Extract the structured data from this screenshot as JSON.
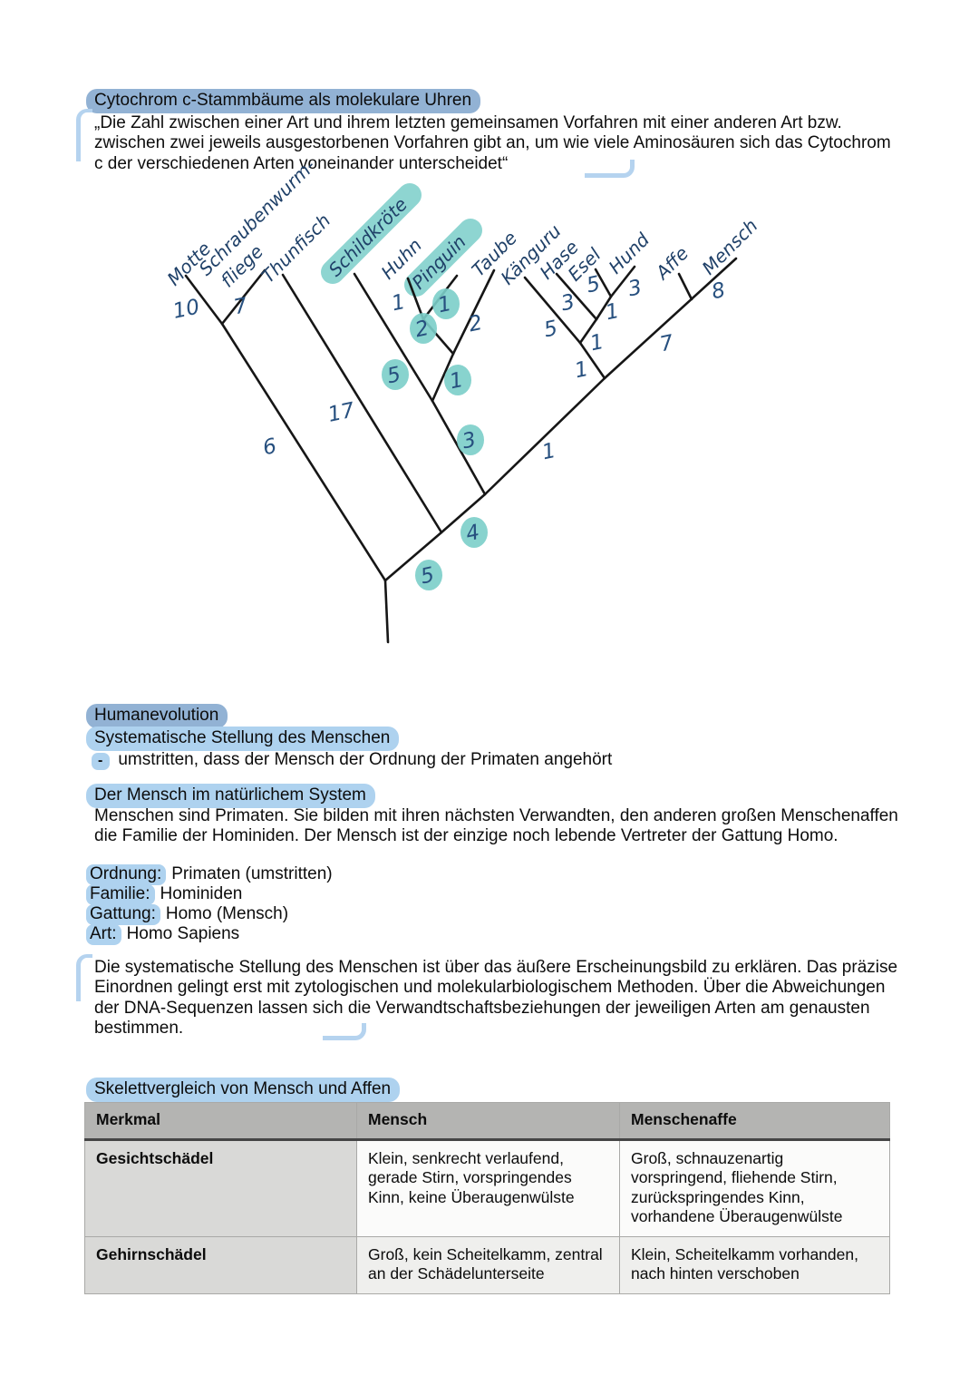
{
  "colors": {
    "heading_highlight": "#92b2d4",
    "subheading_highlight": "#aed2ef",
    "tree_highlight": "#7bcec9",
    "ink_blue": "#27507f",
    "margin_mark": "#b5d3ef"
  },
  "cytochrom": {
    "title": "Cytochrom c-Stammbäume als molekulare Uhren",
    "quote": "„Die Zahl zwischen einer Art und ihrem letzten gemeinsamen Vorfahren mit einer anderen Art bzw. zwischen zwei jeweils ausgestorbenen Vorfahren gibt an, um wie viele Aminosäuren sich das Cytochrom c der verschiedenen Arten voneinander unterscheidet“"
  },
  "tree": {
    "leaves": [
      {
        "name": "Motte",
        "highlighted": false
      },
      {
        "name": "Schraubenwurm-",
        "name2": "fliege",
        "highlighted": false
      },
      {
        "name": "Thunfisch",
        "highlighted": false
      },
      {
        "name": "Schildkröte",
        "highlighted": true
      },
      {
        "name": "Huhn",
        "highlighted": false
      },
      {
        "name": "Pinguin",
        "highlighted": true
      },
      {
        "name": "Taube",
        "highlighted": false
      },
      {
        "name": "Känguru",
        "highlighted": false
      },
      {
        "name": "Hase",
        "highlighted": false
      },
      {
        "name": "Esel",
        "highlighted": false
      },
      {
        "name": "Hund",
        "highlighted": false
      },
      {
        "name": "Affe",
        "highlighted": false
      },
      {
        "name": "Mensch",
        "highlighted": false
      }
    ],
    "values": [
      {
        "v": "10",
        "hl": false
      },
      {
        "v": "7",
        "hl": false
      },
      {
        "v": "6",
        "hl": false
      },
      {
        "v": "17",
        "hl": false
      },
      {
        "v": "5",
        "hl": true
      },
      {
        "v": "2",
        "hl": true
      },
      {
        "v": "1",
        "hl": false
      },
      {
        "v": "1",
        "hl": true
      },
      {
        "v": "2",
        "hl": false
      },
      {
        "v": "1",
        "hl": true
      },
      {
        "v": "3",
        "hl": true
      },
      {
        "v": "4",
        "hl": true
      },
      {
        "v": "5",
        "hl": true
      },
      {
        "v": "1",
        "hl": false
      },
      {
        "v": "5",
        "hl": false
      },
      {
        "v": "1",
        "hl": false
      },
      {
        "v": "3",
        "hl": false
      },
      {
        "v": "1",
        "hl": false
      },
      {
        "v": "5",
        "hl": false
      },
      {
        "v": "1",
        "hl": false
      },
      {
        "v": "3",
        "hl": false
      },
      {
        "v": "7",
        "hl": false
      },
      {
        "v": "8",
        "hl": false
      }
    ]
  },
  "human": {
    "title": "Humanevolution",
    "sub1": "Systematische Stellung des Menschen",
    "bullet_dash": "-",
    "bullet_text": "umstritten, dass der Mensch der Ordnung der Primaten angehört",
    "sub2": "Der Mensch im natürlichem System",
    "para1": "Menschen sind Primaten. Sie bilden mit ihren nächsten Verwandten, den anderen großen Menschenaffen die Familie der Hominiden. Der Mensch ist der einzige noch lebende Vertreter der Gattung Homo.",
    "taxonomy": [
      {
        "label": "Ordnung:",
        "value": "Primaten (umstritten)"
      },
      {
        "label": "Familie:",
        "value": "Hominiden"
      },
      {
        "label": "Gattung:",
        "value": "Homo (Mensch)"
      },
      {
        "label": "Art:",
        "value": "Homo Sapiens"
      }
    ],
    "para2": "Die systematische Stellung des Menschen ist über das äußere Erscheinungsbild zu erklären. Das präzise Einordnen gelingt erst mit zytologischen und molekularbiologischem Methoden. Über die Abweichungen der DNA-Sequenzen lassen sich die Verwandtschaftsbeziehungen der jeweiligen Arten am genausten bestimmen."
  },
  "skeleton": {
    "title": "Skelettvergleich von Mensch und Affen",
    "table": {
      "headers": [
        "Merkmal",
        "Mensch",
        "Menschenaffe"
      ],
      "rows": [
        [
          "Gesichtschädel",
          "Klein, senkrecht verlaufend, gerade Stirn, vorspringendes Kinn, keine Überaugenwülste",
          "Groß, schnauzenartig vorspringend, fliehende Stirn, zurückspringendes Kinn, vorhandene Überaugenwülste"
        ],
        [
          "Gehirnschädel",
          "Groß, kein Scheitelkamm, zentral an der Schädelunterseite",
          "Klein, Scheitelkamm vorhanden, nach hinten verschoben"
        ]
      ]
    }
  }
}
